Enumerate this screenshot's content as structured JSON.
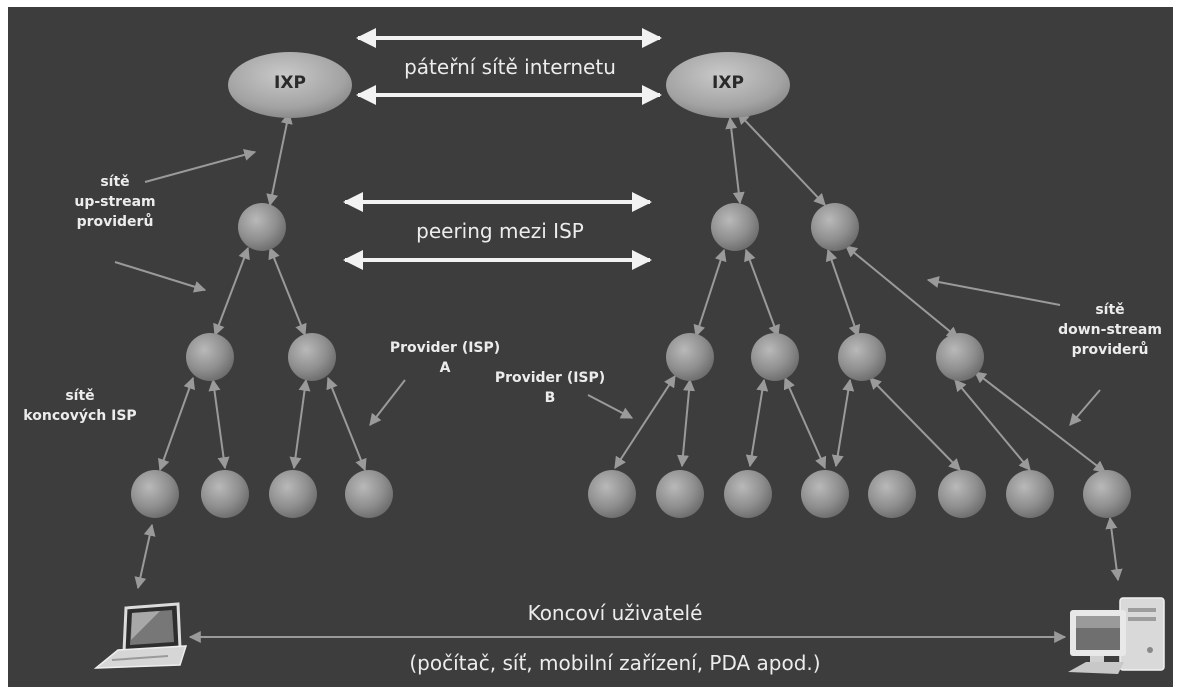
{
  "ixp_label": "IXP",
  "backbone_label": "páteřní sítě internetu",
  "peering_label": "peering mezi ISP",
  "upstream": {
    "line1": "sítě",
    "line2": "up-stream",
    "line3": "providerů"
  },
  "downstream": {
    "line1": "sítě",
    "line2": "down-stream",
    "line3": "providerů"
  },
  "end_isp": {
    "line1": "sítě",
    "line2": "koncových ISP"
  },
  "provider_a": {
    "line1": "Provider (ISP)",
    "line2": "A"
  },
  "provider_b": {
    "line1": "Provider (ISP)",
    "line2": "B"
  },
  "end_users": {
    "title": "Koncoví uživatelé",
    "subtitle": "(počítač, síť, mobilní zařízení, PDA apod.)"
  }
}
